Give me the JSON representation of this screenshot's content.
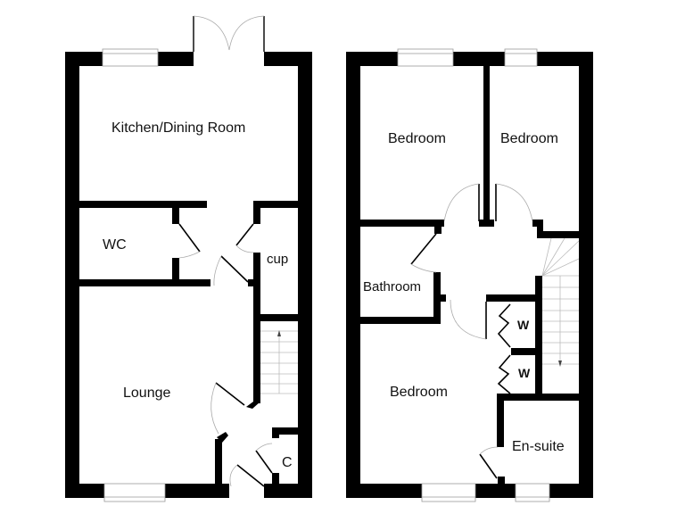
{
  "floorplan": {
    "ground_floor": {
      "rooms": [
        {
          "name": "Kitchen/Dining Room"
        },
        {
          "name": "WC"
        },
        {
          "name": "cup"
        },
        {
          "name": "Lounge"
        },
        {
          "name": "C"
        }
      ],
      "features": [
        "french-doors",
        "staircase-up",
        "front-door"
      ]
    },
    "first_floor": {
      "rooms": [
        {
          "name": "Bedroom"
        },
        {
          "name": "Bedroom"
        },
        {
          "name": "Bathroom"
        },
        {
          "name": "W"
        },
        {
          "name": "W"
        },
        {
          "name": "Bedroom"
        },
        {
          "name": "En-suite"
        }
      ],
      "features": [
        "staircase-down"
      ]
    }
  }
}
